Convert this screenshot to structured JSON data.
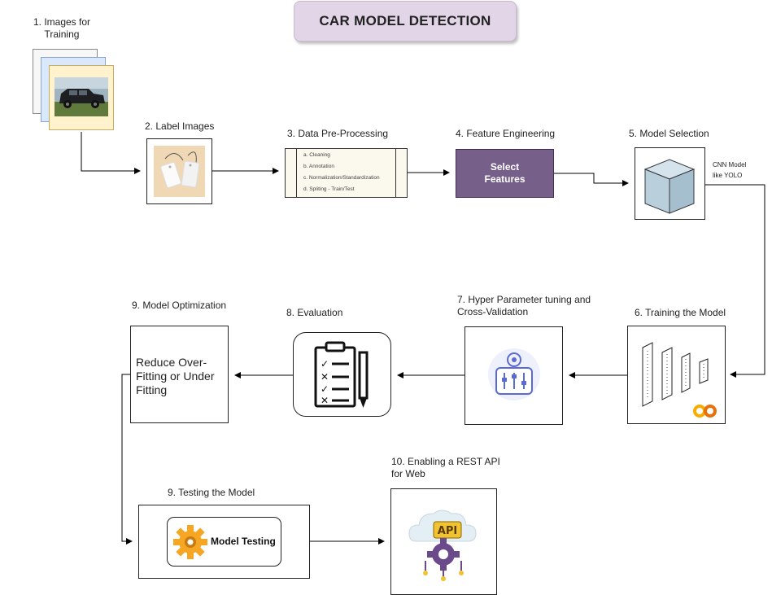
{
  "title": "CAR MODEL DETECTION",
  "steps": {
    "s1": "1. Images for\nTraining",
    "s2": "2. Label Images",
    "s3": "3. Data Pre-Processing",
    "s4": "4. Feature Engineering",
    "s5": "5. Model Selection",
    "s6": "6. Training the Model",
    "s7": "7. Hyper Parameter tuning and\nCross-Validation",
    "s8": "8. Evaluation",
    "s9a": "9. Model Optimization",
    "s9b": "9. Testing the Model",
    "s10": "10. Enabling a REST API\nfor Web"
  },
  "preprocessing": {
    "items": [
      "a. Cleaning",
      "b. Annotation",
      "c. Normalization/Standardization",
      "d. Spliting - Train/Test"
    ]
  },
  "feature_box": "Select\nFeatures",
  "model_note": "CNN Model\nlike YOLO",
  "optimization_text": "Reduce Over-\nFitting or Under\nFitting",
  "testing_text": "Model Testing",
  "api_text": "API",
  "colors": {
    "title_fill": "#e1d5e7",
    "feature_fill": "#76608a",
    "cube": "#b9cfdc",
    "colab_orange": "#f9ab00",
    "api_purple": "#6b4a8c",
    "tuning_blue": "#5a6bd8"
  },
  "icons": [
    "photo-stack-icon",
    "tags-icon",
    "cube-icon",
    "neural-layers-icon",
    "colab-logo-icon",
    "settings-sliders-icon",
    "clipboard-checklist-icon",
    "gear-icon",
    "api-cloud-icon"
  ]
}
